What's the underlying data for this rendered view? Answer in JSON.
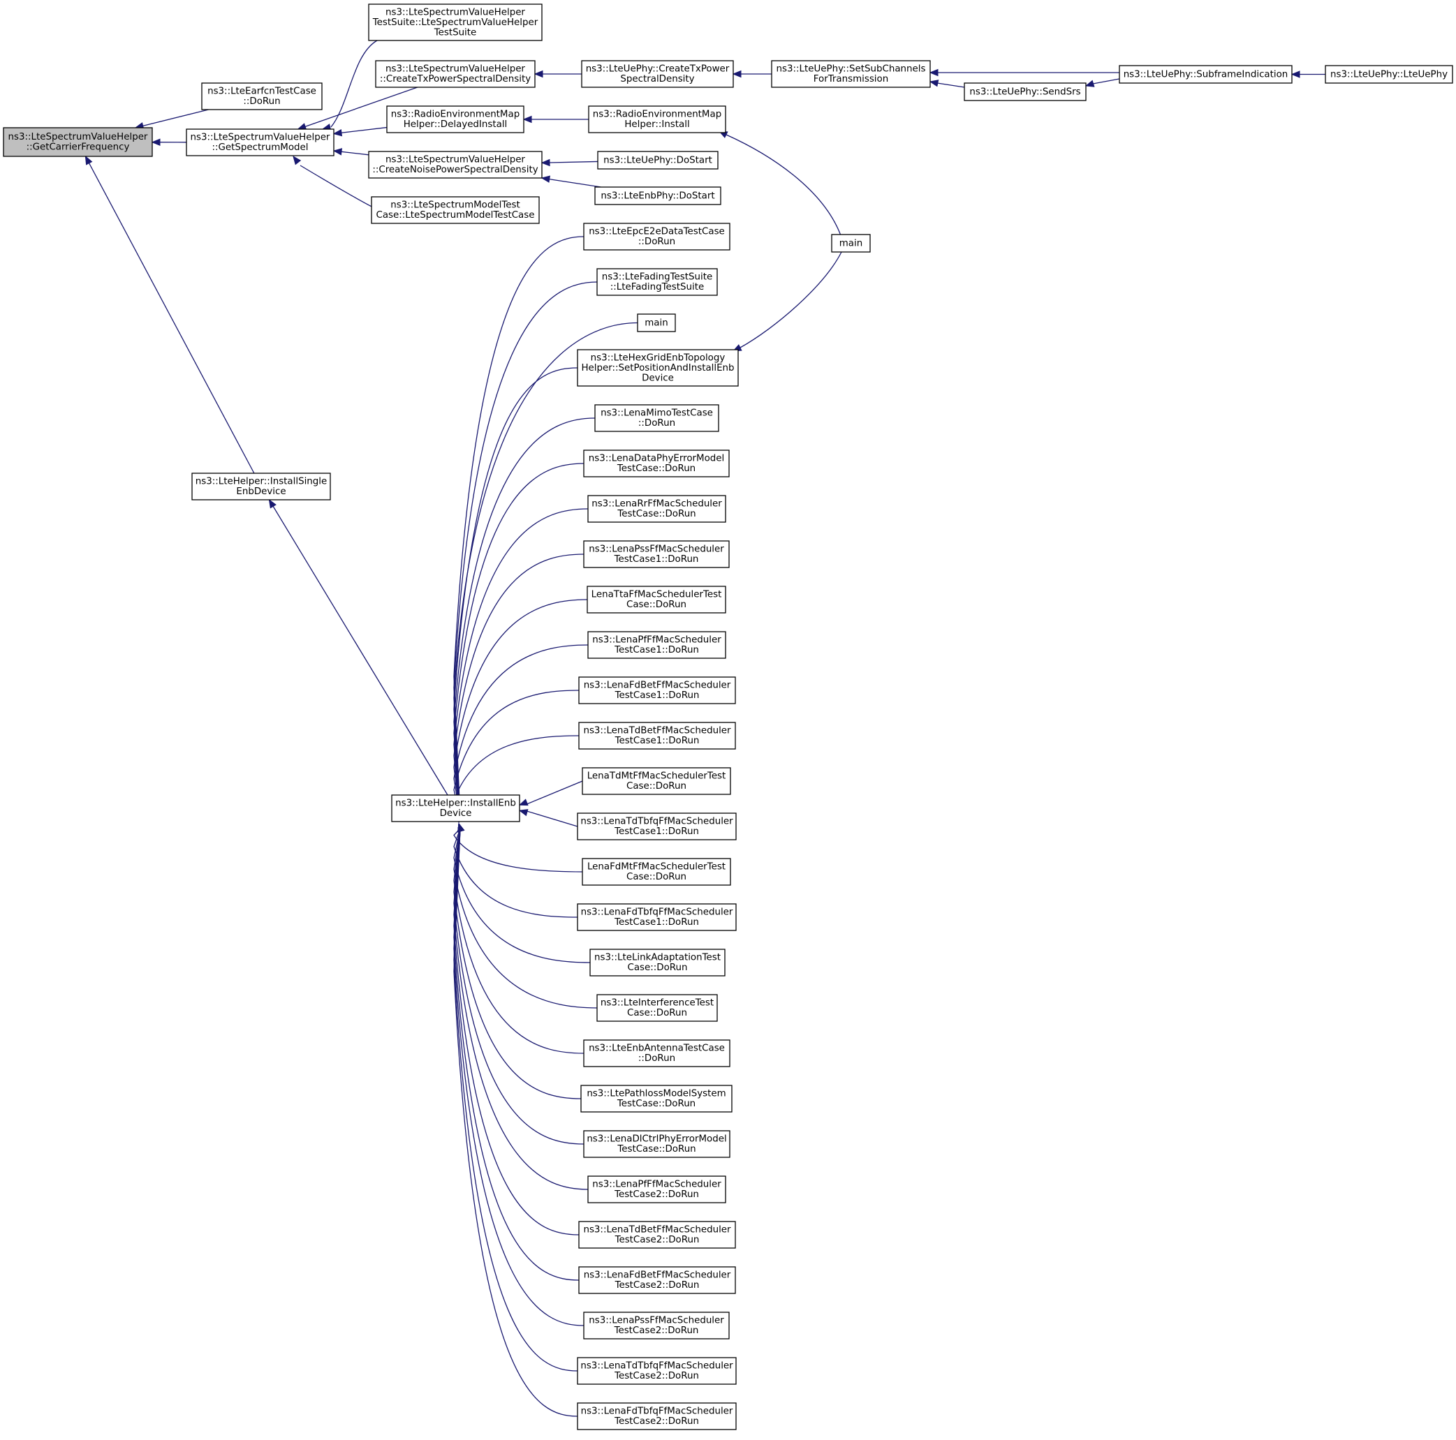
{
  "colors": {
    "edge": "#191970",
    "root_fill": "#bfbfbf",
    "node_fill": "#ffffff",
    "node_stroke": "#000000"
  },
  "nodes": [
    {
      "id": "getcarrier",
      "lines": [
        "ns3::LteSpectrumValueHelper",
        "::GetCarrierFrequency"
      ]
    },
    {
      "id": "earfcn",
      "lines": [
        "ns3::LteEarfcnTestCase",
        "::DoRun"
      ]
    },
    {
      "id": "getspectrum",
      "lines": [
        "ns3::LteSpectrumValueHelper",
        "::GetSpectrumModel"
      ]
    },
    {
      "id": "installsingle",
      "lines": [
        "ns3::LteHelper::InstallSingle",
        "EnbDevice"
      ]
    },
    {
      "id": "suite",
      "lines": [
        "ns3::LteSpectrumValueHelper",
        "TestSuite::LteSpectrumValueHelper",
        "TestSuite"
      ]
    },
    {
      "id": "createtx",
      "lines": [
        "ns3::LteSpectrumValueHelper",
        "::CreateTxPowerSpectralDensity"
      ]
    },
    {
      "id": "delayed",
      "lines": [
        "ns3::RadioEnvironmentMap",
        "Helper::DelayedInstall"
      ]
    },
    {
      "id": "createnoise",
      "lines": [
        "ns3::LteSpectrumValueHelper",
        "::CreateNoisePowerSpectralDensity"
      ]
    },
    {
      "id": "modeltest",
      "lines": [
        "ns3::LteSpectrumModelTest",
        "Case::LteSpectrumModelTestCase"
      ]
    },
    {
      "id": "uecreatetx",
      "lines": [
        "ns3::LteUePhy::CreateTxPower",
        "SpectralDensity"
      ]
    },
    {
      "id": "setsub",
      "lines": [
        "ns3::LteUePhy::SetSubChannels",
        "ForTransmission"
      ]
    },
    {
      "id": "sendsrs",
      "lines": [
        "ns3::LteUePhy::SendSrs"
      ]
    },
    {
      "id": "subframe",
      "lines": [
        "ns3::LteUePhy::SubframeIndication"
      ]
    },
    {
      "id": "ltephy",
      "lines": [
        "ns3::LteUePhy::LteUePhy"
      ]
    },
    {
      "id": "reminstall",
      "lines": [
        "ns3::RadioEnvironmentMap",
        "Helper::Install"
      ]
    },
    {
      "id": "uedostart",
      "lines": [
        "ns3::LteUePhy::DoStart"
      ]
    },
    {
      "id": "enbdostart",
      "lines": [
        "ns3::LteEnbPhy::DoStart"
      ]
    },
    {
      "id": "main1",
      "lines": [
        "main"
      ]
    },
    {
      "id": "installenb",
      "lines": [
        "ns3::LteHelper::InstallEnb",
        "Device"
      ]
    },
    {
      "id": "epc",
      "lines": [
        "ns3::LteEpcE2eDataTestCase",
        "::DoRun"
      ]
    },
    {
      "id": "fading",
      "lines": [
        "ns3::LteFadingTestSuite",
        "::LteFadingTestSuite"
      ]
    },
    {
      "id": "main2",
      "lines": [
        "main"
      ]
    },
    {
      "id": "hexgrid",
      "lines": [
        "ns3::LteHexGridEnbTopology",
        "Helper::SetPositionAndInstallEnb",
        "Device"
      ]
    },
    {
      "id": "mimo",
      "lines": [
        "ns3::LenaMimoTestCase",
        "::DoRun"
      ]
    },
    {
      "id": "dataphy",
      "lines": [
        "ns3::LenaDataPhyErrorModel",
        "TestCase::DoRun"
      ]
    },
    {
      "id": "rr",
      "lines": [
        "ns3::LenaRrFfMacScheduler",
        "TestCase::DoRun"
      ]
    },
    {
      "id": "pss1",
      "lines": [
        "ns3::LenaPssFfMacScheduler",
        "TestCase1::DoRun"
      ]
    },
    {
      "id": "tta",
      "lines": [
        "LenaTtaFfMacSchedulerTest",
        "Case::DoRun"
      ]
    },
    {
      "id": "pf1",
      "lines": [
        "ns3::LenaPfFfMacScheduler",
        "TestCase1::DoRun"
      ]
    },
    {
      "id": "fdbet1",
      "lines": [
        "ns3::LenaFdBetFfMacScheduler",
        "TestCase1::DoRun"
      ]
    },
    {
      "id": "tdbet1",
      "lines": [
        "ns3::LenaTdBetFfMacScheduler",
        "TestCase1::DoRun"
      ]
    },
    {
      "id": "tdmt",
      "lines": [
        "LenaTdMtFfMacSchedulerTest",
        "Case::DoRun"
      ]
    },
    {
      "id": "tdtbfq1",
      "lines": [
        "ns3::LenaTdTbfqFfMacScheduler",
        "TestCase1::DoRun"
      ]
    },
    {
      "id": "fdmt",
      "lines": [
        "LenaFdMtFfMacSchedulerTest",
        "Case::DoRun"
      ]
    },
    {
      "id": "fdtbfq1",
      "lines": [
        "ns3::LenaFdTbfqFfMacScheduler",
        "TestCase1::DoRun"
      ]
    },
    {
      "id": "linkadapt",
      "lines": [
        "ns3::LteLinkAdaptationTest",
        "Case::DoRun"
      ]
    },
    {
      "id": "interference",
      "lines": [
        "ns3::LteInterferenceTest",
        "Case::DoRun"
      ]
    },
    {
      "id": "antenna",
      "lines": [
        "ns3::LteEnbAntennaTestCase",
        "::DoRun"
      ]
    },
    {
      "id": "pathloss",
      "lines": [
        "ns3::LtePathlossModelSystem",
        "TestCase::DoRun"
      ]
    },
    {
      "id": "dlctrl",
      "lines": [
        "ns3::LenaDlCtrlPhyErrorModel",
        "TestCase::DoRun"
      ]
    },
    {
      "id": "pf2",
      "lines": [
        "ns3::LenaPfFfMacScheduler",
        "TestCase2::DoRun"
      ]
    },
    {
      "id": "tdbet2",
      "lines": [
        "ns3::LenaTdBetFfMacScheduler",
        "TestCase2::DoRun"
      ]
    },
    {
      "id": "fdbet2",
      "lines": [
        "ns3::LenaFdBetFfMacScheduler",
        "TestCase2::DoRun"
      ]
    },
    {
      "id": "pss2",
      "lines": [
        "ns3::LenaPssFfMacScheduler",
        "TestCase2::DoRun"
      ]
    },
    {
      "id": "tdtbfq2",
      "lines": [
        "ns3::LenaTdTbfqFfMacScheduler",
        "TestCase2::DoRun"
      ]
    },
    {
      "id": "fdtbfq2",
      "lines": [
        "ns3::LenaFdTbfqFfMacScheduler",
        "TestCase2::DoRun"
      ]
    }
  ],
  "edges": [
    {
      "from": "earfcn",
      "to": "getcarrier"
    },
    {
      "from": "getspectrum",
      "to": "getcarrier"
    },
    {
      "from": "installsingle",
      "to": "getcarrier"
    },
    {
      "from": "suite",
      "to": "getspectrum"
    },
    {
      "from": "createtx",
      "to": "getspectrum"
    },
    {
      "from": "delayed",
      "to": "getspectrum"
    },
    {
      "from": "createnoise",
      "to": "getspectrum"
    },
    {
      "from": "modeltest",
      "to": "getspectrum"
    },
    {
      "from": "installenb",
      "to": "installsingle"
    },
    {
      "from": "uecreatetx",
      "to": "createtx"
    },
    {
      "from": "setsub",
      "to": "uecreatetx"
    },
    {
      "from": "subframe",
      "to": "setsub"
    },
    {
      "from": "sendsrs",
      "to": "setsub"
    },
    {
      "from": "subframe",
      "to": "sendsrs"
    },
    {
      "from": "ltephy",
      "to": "subframe"
    },
    {
      "from": "reminstall",
      "to": "delayed"
    },
    {
      "from": "main1",
      "to": "reminstall"
    },
    {
      "from": "uedostart",
      "to": "createnoise"
    },
    {
      "from": "enbdostart",
      "to": "createnoise"
    },
    {
      "from": "main1",
      "to": "hexgrid"
    },
    {
      "from": "epc",
      "to": "installenb"
    },
    {
      "from": "fading",
      "to": "installenb"
    },
    {
      "from": "main2",
      "to": "installenb"
    },
    {
      "from": "hexgrid",
      "to": "installenb"
    },
    {
      "from": "mimo",
      "to": "installenb"
    },
    {
      "from": "dataphy",
      "to": "installenb"
    },
    {
      "from": "rr",
      "to": "installenb"
    },
    {
      "from": "pss1",
      "to": "installenb"
    },
    {
      "from": "tta",
      "to": "installenb"
    },
    {
      "from": "pf1",
      "to": "installenb"
    },
    {
      "from": "fdbet1",
      "to": "installenb"
    },
    {
      "from": "tdbet1",
      "to": "installenb"
    },
    {
      "from": "tdmt",
      "to": "installenb"
    },
    {
      "from": "tdtbfq1",
      "to": "installenb"
    },
    {
      "from": "fdmt",
      "to": "installenb"
    },
    {
      "from": "fdtbfq1",
      "to": "installenb"
    },
    {
      "from": "linkadapt",
      "to": "installenb"
    },
    {
      "from": "interference",
      "to": "installenb"
    },
    {
      "from": "antenna",
      "to": "installenb"
    },
    {
      "from": "pathloss",
      "to": "installenb"
    },
    {
      "from": "dlctrl",
      "to": "installenb"
    },
    {
      "from": "pf2",
      "to": "installenb"
    },
    {
      "from": "tdbet2",
      "to": "installenb"
    },
    {
      "from": "fdbet2",
      "to": "installenb"
    },
    {
      "from": "pss2",
      "to": "installenb"
    },
    {
      "from": "tdtbfq2",
      "to": "installenb"
    },
    {
      "from": "fdtbfq2",
      "to": "installenb"
    }
  ]
}
